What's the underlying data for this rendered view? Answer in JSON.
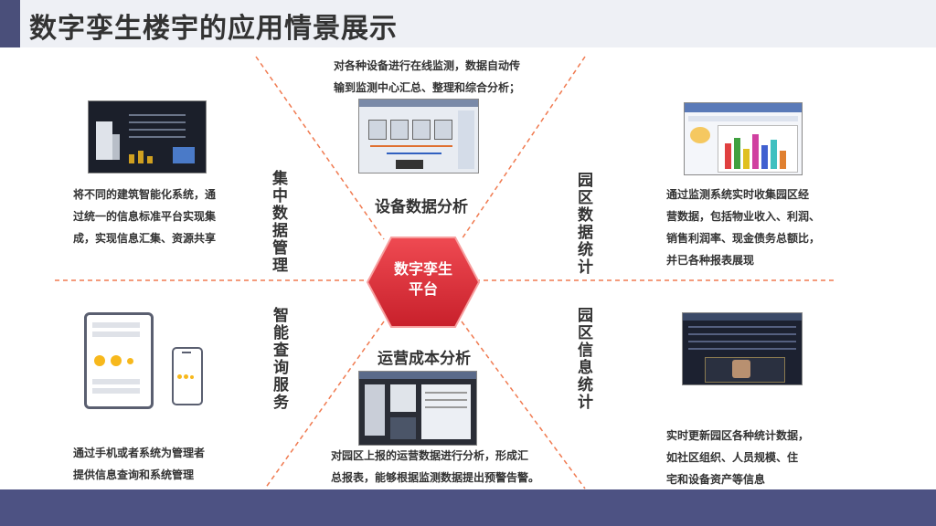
{
  "title": "数字孪生楼宇的应用情景展示",
  "center": {
    "line1": "数字孪生",
    "line2": "平台"
  },
  "labels": {
    "top": "设备数据分析",
    "bottom": "运营成本分析",
    "left_top": "集中数据管理",
    "left_bottom": "智能查询服务",
    "right_top": "园区数据统计",
    "right_bottom": "园区信息统计"
  },
  "descriptions": {
    "top": [
      "对各种设备进行在线监测，数据自动传",
      "输到监测中心汇总、整理和综合分析；"
    ],
    "left_top": [
      "将不同的建筑智能化系统，通",
      "过统一的信息标准平台实现集",
      "成，实现信息汇集、资源共享"
    ],
    "right_top": [
      "通过监测系统实时收集园区经",
      "营数据，包括物业收入、利润、",
      "销售利润率、现金债务总额比，",
      "并已各种报表展现"
    ],
    "left_bottom": [
      "通过手机或者系统为管理者",
      "提供信息查询和系统管理"
    ],
    "bottom": [
      "对园区上报的运营数据进行分析，形成汇",
      "总报表，能够根据监测数据提出预警告警。"
    ],
    "right_bottom": [
      "实时更新园区各种统计数据，",
      "如社区组织、人员规模、住",
      "宅和设备资产等信息"
    ]
  },
  "colors": {
    "accent": "#4d5283",
    "hexagon": "#e0323c",
    "lines": "#f07a50"
  }
}
